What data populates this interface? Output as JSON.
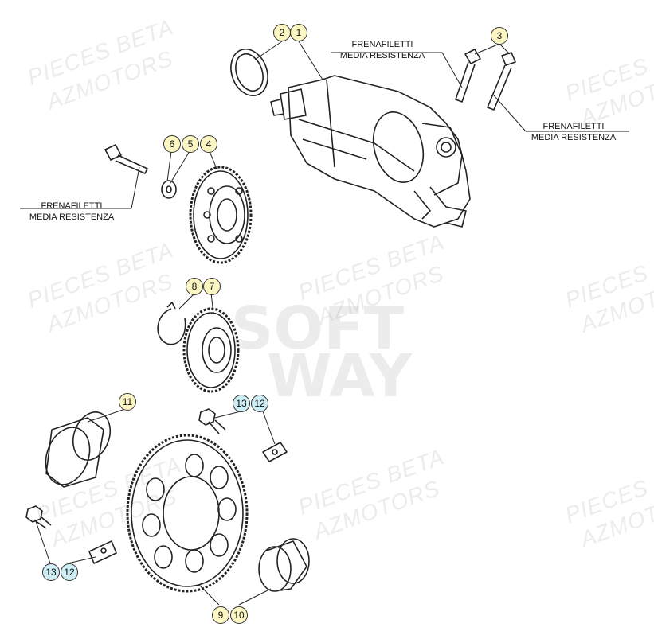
{
  "watermark": {
    "line1": "PIECES BETA",
    "line2": "AZMOTORS",
    "center_line1": "SOFT",
    "center_line2": "WAY"
  },
  "notes": {
    "top": [
      "FRENAFILETTI",
      "MEDIA RESISTENZA"
    ],
    "right": [
      "FRENAFILETTI",
      "MEDIA RESISTENZA"
    ],
    "left": [
      "FRENAFILETTI",
      "MEDIA RESISTENZA"
    ]
  },
  "callouts": {
    "c1": "1",
    "c2": "2",
    "c3": "3",
    "c4": "4",
    "c5": "5",
    "c6": "6",
    "c7": "7",
    "c8": "8",
    "c9": "9",
    "c10": "10",
    "c11": "11",
    "c12a": "12",
    "c13a": "13",
    "c12b": "12",
    "c13b": "13"
  },
  "colors": {
    "callout_yellow": "#fbf6c2",
    "callout_cyan": "#cdeef4",
    "line": "#222222"
  }
}
